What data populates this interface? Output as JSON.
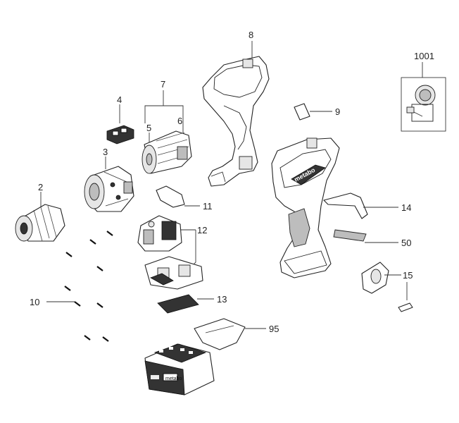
{
  "diagram": {
    "callouts": [
      {
        "id": "c1001",
        "text": "1001"
      },
      {
        "id": "c8",
        "text": "8"
      },
      {
        "id": "c7",
        "text": "7"
      },
      {
        "id": "c4",
        "text": "4"
      },
      {
        "id": "c5",
        "text": "5"
      },
      {
        "id": "c6",
        "text": "6"
      },
      {
        "id": "c9",
        "text": "9"
      },
      {
        "id": "c3",
        "text": "3"
      },
      {
        "id": "c2",
        "text": "2"
      },
      {
        "id": "c11",
        "text": "11"
      },
      {
        "id": "c12",
        "text": "12"
      },
      {
        "id": "c14",
        "text": "14"
      },
      {
        "id": "c50",
        "text": "50"
      },
      {
        "id": "c15",
        "text": "15"
      },
      {
        "id": "c10",
        "text": "10"
      },
      {
        "id": "c13",
        "text": "13"
      },
      {
        "id": "c95",
        "text": "95"
      }
    ],
    "housing_brand": "metabo",
    "battery_brand": "metabo"
  }
}
